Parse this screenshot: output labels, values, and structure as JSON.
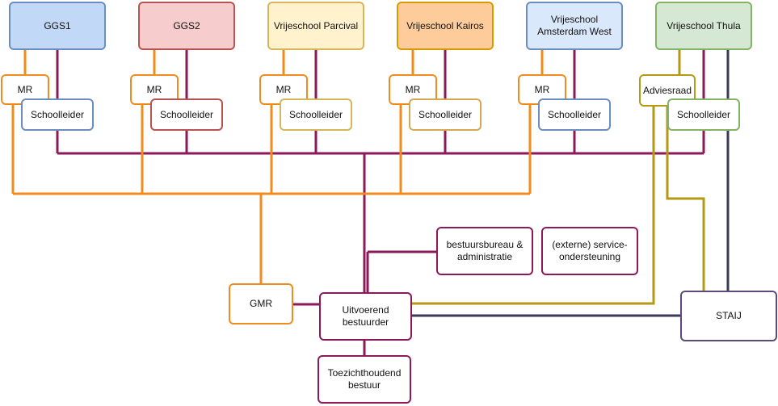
{
  "schools": [
    {
      "id": "ggs1",
      "label": "GGS1",
      "fill": "#c1d9f7",
      "stroke": "#6c8ebf"
    },
    {
      "id": "ggs2",
      "label": "GGS2",
      "fill": "#f6cccc",
      "stroke": "#b85450"
    },
    {
      "id": "parcival",
      "label": "Vrijeschool Parcival",
      "fill": "#fff2cc",
      "stroke": "#d6b656"
    },
    {
      "id": "kairos",
      "label": "Vrijeschool  Kairos",
      "fill": "#fdcc9a",
      "stroke": "#d79b00"
    },
    {
      "id": "amsterdam-west",
      "label": "Vrijeschool\nAmsterdam West",
      "fill": "#dae8fc",
      "stroke": "#6c8ebf"
    },
    {
      "id": "thula",
      "label": "Vrijeschool Thula",
      "fill": "#d5e8d4",
      "stroke": "#82b366"
    }
  ],
  "mr_label": "MR",
  "adviesraad_label": "Adviesraad",
  "schoolleider_label": "Schoolleider",
  "schoolleider_strokes": [
    "#6c8ebf",
    "#b85450",
    "#d6b656",
    "#d6a84f",
    "#6c8ebf",
    "#82b366"
  ],
  "gmr_label": "GMR",
  "uitvoerend_label": "Uitvoerend\nbestuurder",
  "bestuursbureau_label": "bestuursbureau &\nadministratie",
  "externe_label": "(externe) service-\nondersteuning",
  "toezicht_label": "Toezichthoudend\nbestuur",
  "staij_label": "STAIJ",
  "colors": {
    "orange": "#f08c1e",
    "purple": "#8c1a5a",
    "olive": "#b49a14",
    "dark": "#3a3a5a",
    "staij_border": "#5d4a7a"
  }
}
